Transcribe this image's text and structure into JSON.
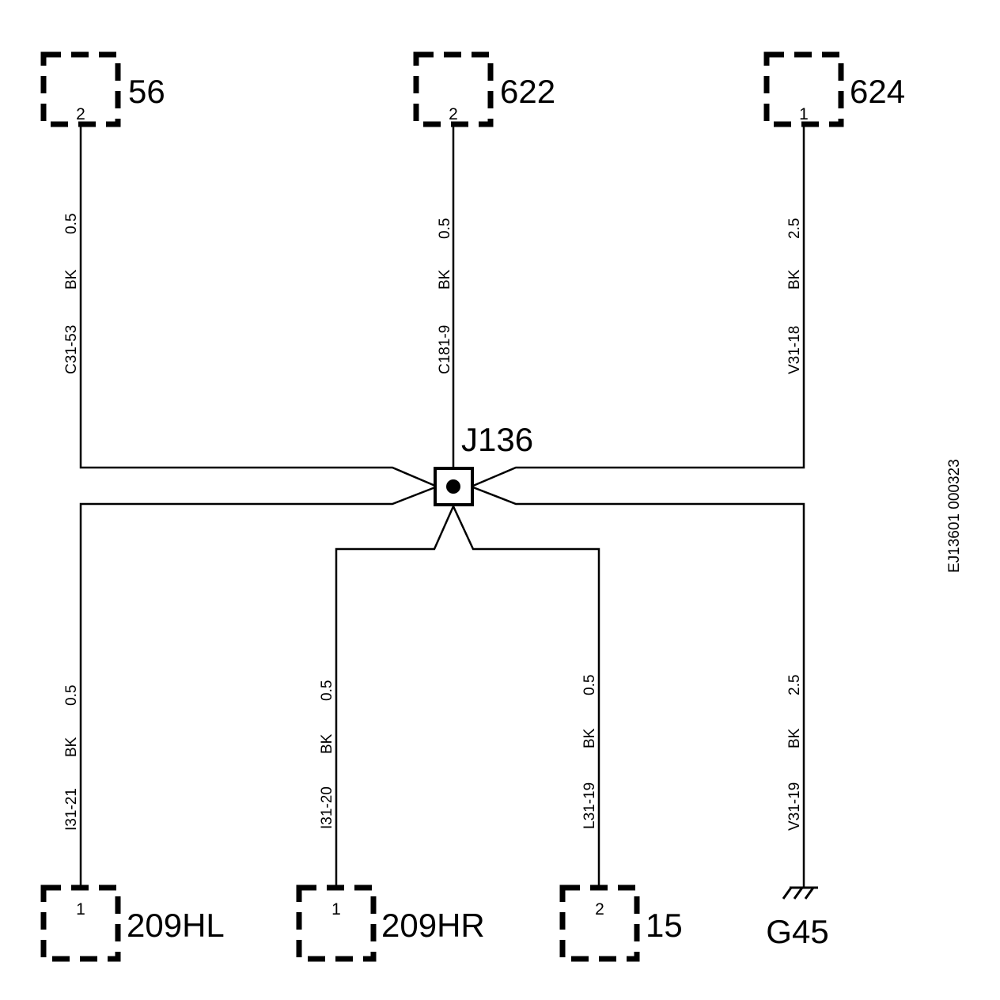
{
  "connectors": {
    "c56": {
      "id": "56",
      "pin": "2"
    },
    "c622": {
      "id": "622",
      "pin": "2"
    },
    "c624": {
      "id": "624",
      "pin": "1"
    },
    "c209hl": {
      "id": "209HL",
      "pin": "1"
    },
    "c209hr": {
      "id": "209HR",
      "pin": "1"
    },
    "c15": {
      "id": "15",
      "pin": "2"
    }
  },
  "splice": {
    "id": "J136"
  },
  "ground": {
    "id": "G45"
  },
  "wires": {
    "w56": {
      "circuit": "C31-53",
      "color": "BK",
      "size": "0.5"
    },
    "w622": {
      "circuit": "C181-9",
      "color": "BK",
      "size": "0.5"
    },
    "w624": {
      "circuit": "V31-18",
      "color": "BK",
      "size": "2.5"
    },
    "w209hl": {
      "circuit": "I31-21",
      "color": "BK",
      "size": "0.5"
    },
    "w209hr": {
      "circuit": "I31-20",
      "color": "BK",
      "size": "0.5"
    },
    "w15": {
      "circuit": "L31-19",
      "color": "BK",
      "size": "0.5"
    },
    "wg45": {
      "circuit": "V31-19",
      "color": "BK",
      "size": "2.5"
    }
  },
  "document_id": "EJ13601 000323"
}
